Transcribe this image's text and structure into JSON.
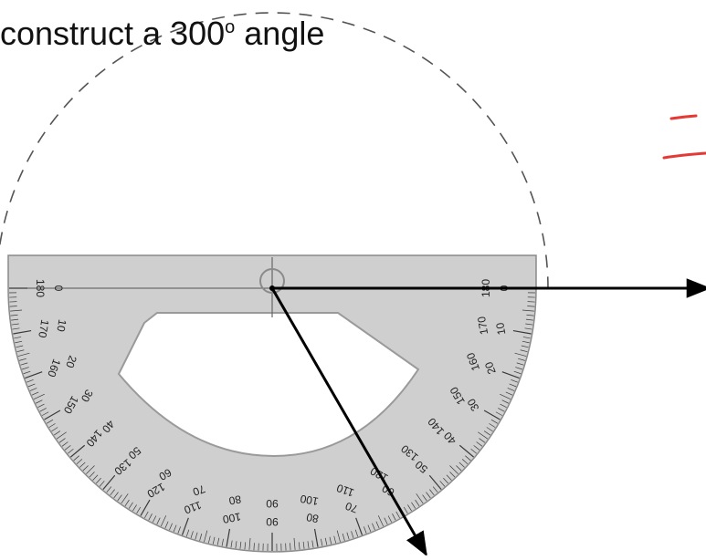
{
  "title": {
    "prefix": "construct a 300",
    "degree": "o",
    "suffix": " angle"
  },
  "protractor": {
    "outer_scale": [
      "180",
      "170",
      "160",
      "150",
      "140",
      "130",
      "120",
      "110",
      "100",
      "90",
      "80",
      "70",
      "60",
      "50",
      "40",
      "30",
      "20",
      "10",
      "0"
    ],
    "inner_scale": [
      "0",
      "10",
      "20",
      "30",
      "40",
      "50",
      "60",
      "70",
      "80",
      "90",
      "100",
      "110",
      "120",
      "130",
      "140",
      "150",
      "160",
      "170",
      "180"
    ],
    "body_color": "#cfcfcf",
    "tick_color": "#3a3a3a"
  },
  "construction": {
    "guide_circle_color": "#555555",
    "ray_color": "#000000",
    "rays": [
      {
        "name": "initial-ray",
        "angle_deg": 0
      },
      {
        "name": "terminal-ray",
        "angle_deg": 300
      }
    ]
  },
  "annotation": {
    "marks_color": "#e53935"
  }
}
